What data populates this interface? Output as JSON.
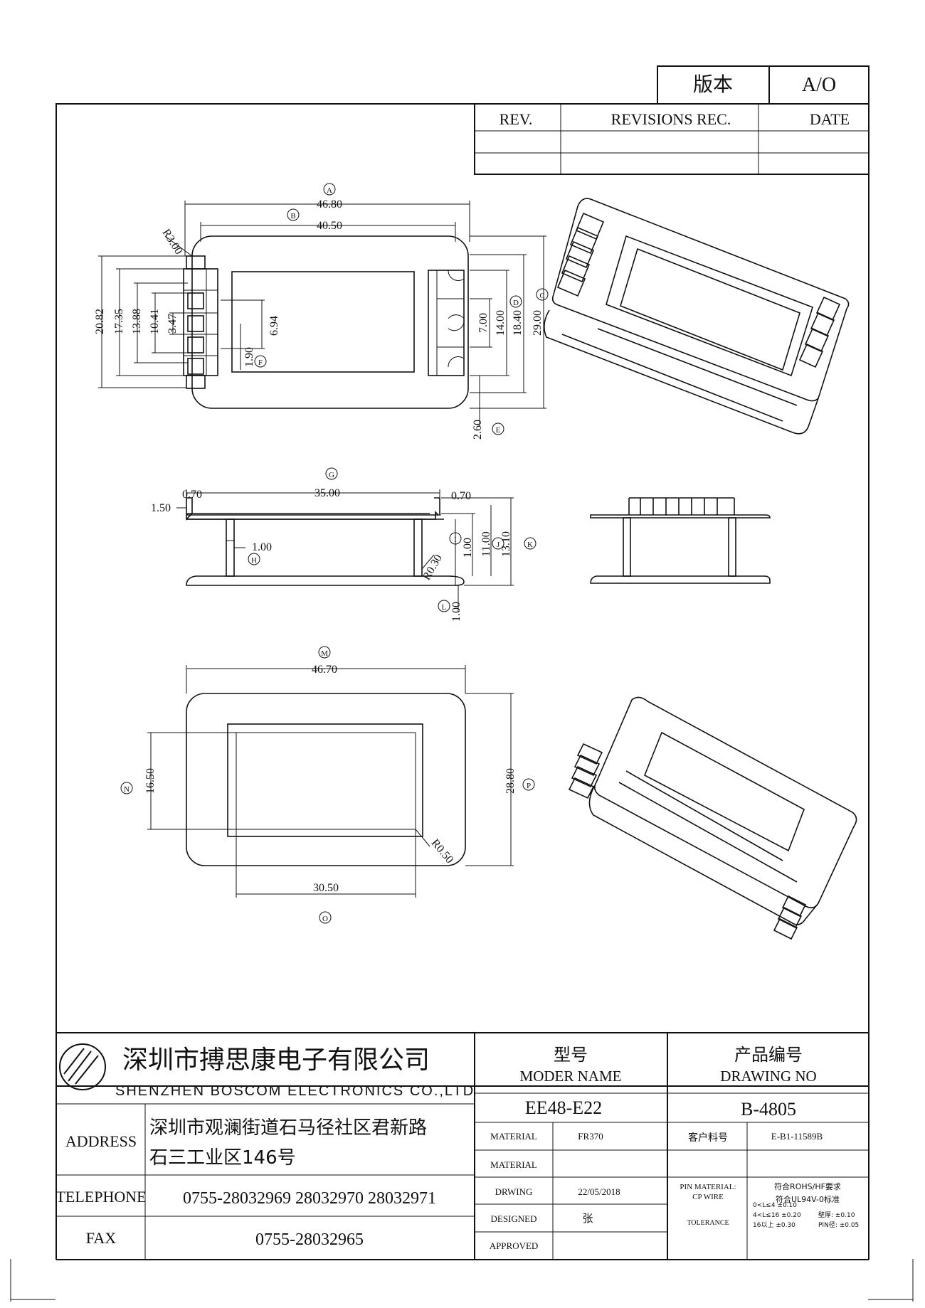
{
  "version_box": {
    "label": "版本",
    "value": "A/O"
  },
  "revisions": {
    "rev_header": "REV.",
    "rec_header": "REVISIONS REC.",
    "date_header": "DATE"
  },
  "callouts": [
    "A",
    "B",
    "C",
    "D",
    "E",
    "F",
    "G",
    "H",
    "I",
    "J",
    "K",
    "L",
    "M",
    "N",
    "O",
    "P"
  ],
  "top_view": {
    "dims": [
      "46.80",
      "40.50",
      "R3.00",
      "20.82",
      "17.35",
      "13.88",
      "10.41",
      "3.47",
      "6.94",
      "1.90",
      "7.00",
      "14.00",
      "18.40",
      "29.00",
      "2.60"
    ]
  },
  "side_view": {
    "dims": [
      "0.70",
      "35.00",
      "0.70",
      "1.50",
      "1.00",
      "R0.30",
      "1.00",
      "11.00",
      "13.10",
      "1.00"
    ]
  },
  "bottom_view": {
    "dims": [
      "46.70",
      "16.50",
      "28.80",
      "R0.50",
      "30.50"
    ]
  },
  "title_block": {
    "company_cn": "深圳市搏思康电子有限公司",
    "company_en": "SHENZHEN BOSCOM ELECTRONICS CO.,LTD",
    "address_label": "ADDRESS",
    "address_line1": "深圳市观澜街道石马径社区君新路",
    "address_line2": "石三工业区146号",
    "telephone_label": "TELEPHONE",
    "telephone": "0755-28032969 28032970 28032971",
    "fax_label": "FAX",
    "fax": "0755-28032965",
    "model_label_cn": "型号",
    "model_label_en": "MODER NAME",
    "drawing_label_cn": "产品编号",
    "drawing_label_en": "DRAWING NO",
    "model": "EE48-E22",
    "drawing_no": "B-4805",
    "material_label": "MATERIAL",
    "material": "FR370",
    "customer_label": "客户料号",
    "customer_no": "E-B1-11589B",
    "material2_label": "MATERIAL",
    "drwing_label": "DRWING",
    "drwing_date": "22/05/2018",
    "pin_material": "PIN MATERIAL:",
    "pin_wire": "CP WIRE",
    "rohs": "符合ROHS/HF要求",
    "ul": "符合UL94V-0标准",
    "designed_label": "DESIGNED",
    "designed": "张",
    "approved_label": "APPROVED",
    "tolerance_label": "TOLERANCE",
    "tol1": "0<L≤4 ±0.10",
    "tol2": "4<L≤16 ±0.20",
    "tol2b": "壁厚: ±0.10",
    "tol3": "16以上 ±0.30",
    "tol3b": "PIN径: ±0.05"
  }
}
